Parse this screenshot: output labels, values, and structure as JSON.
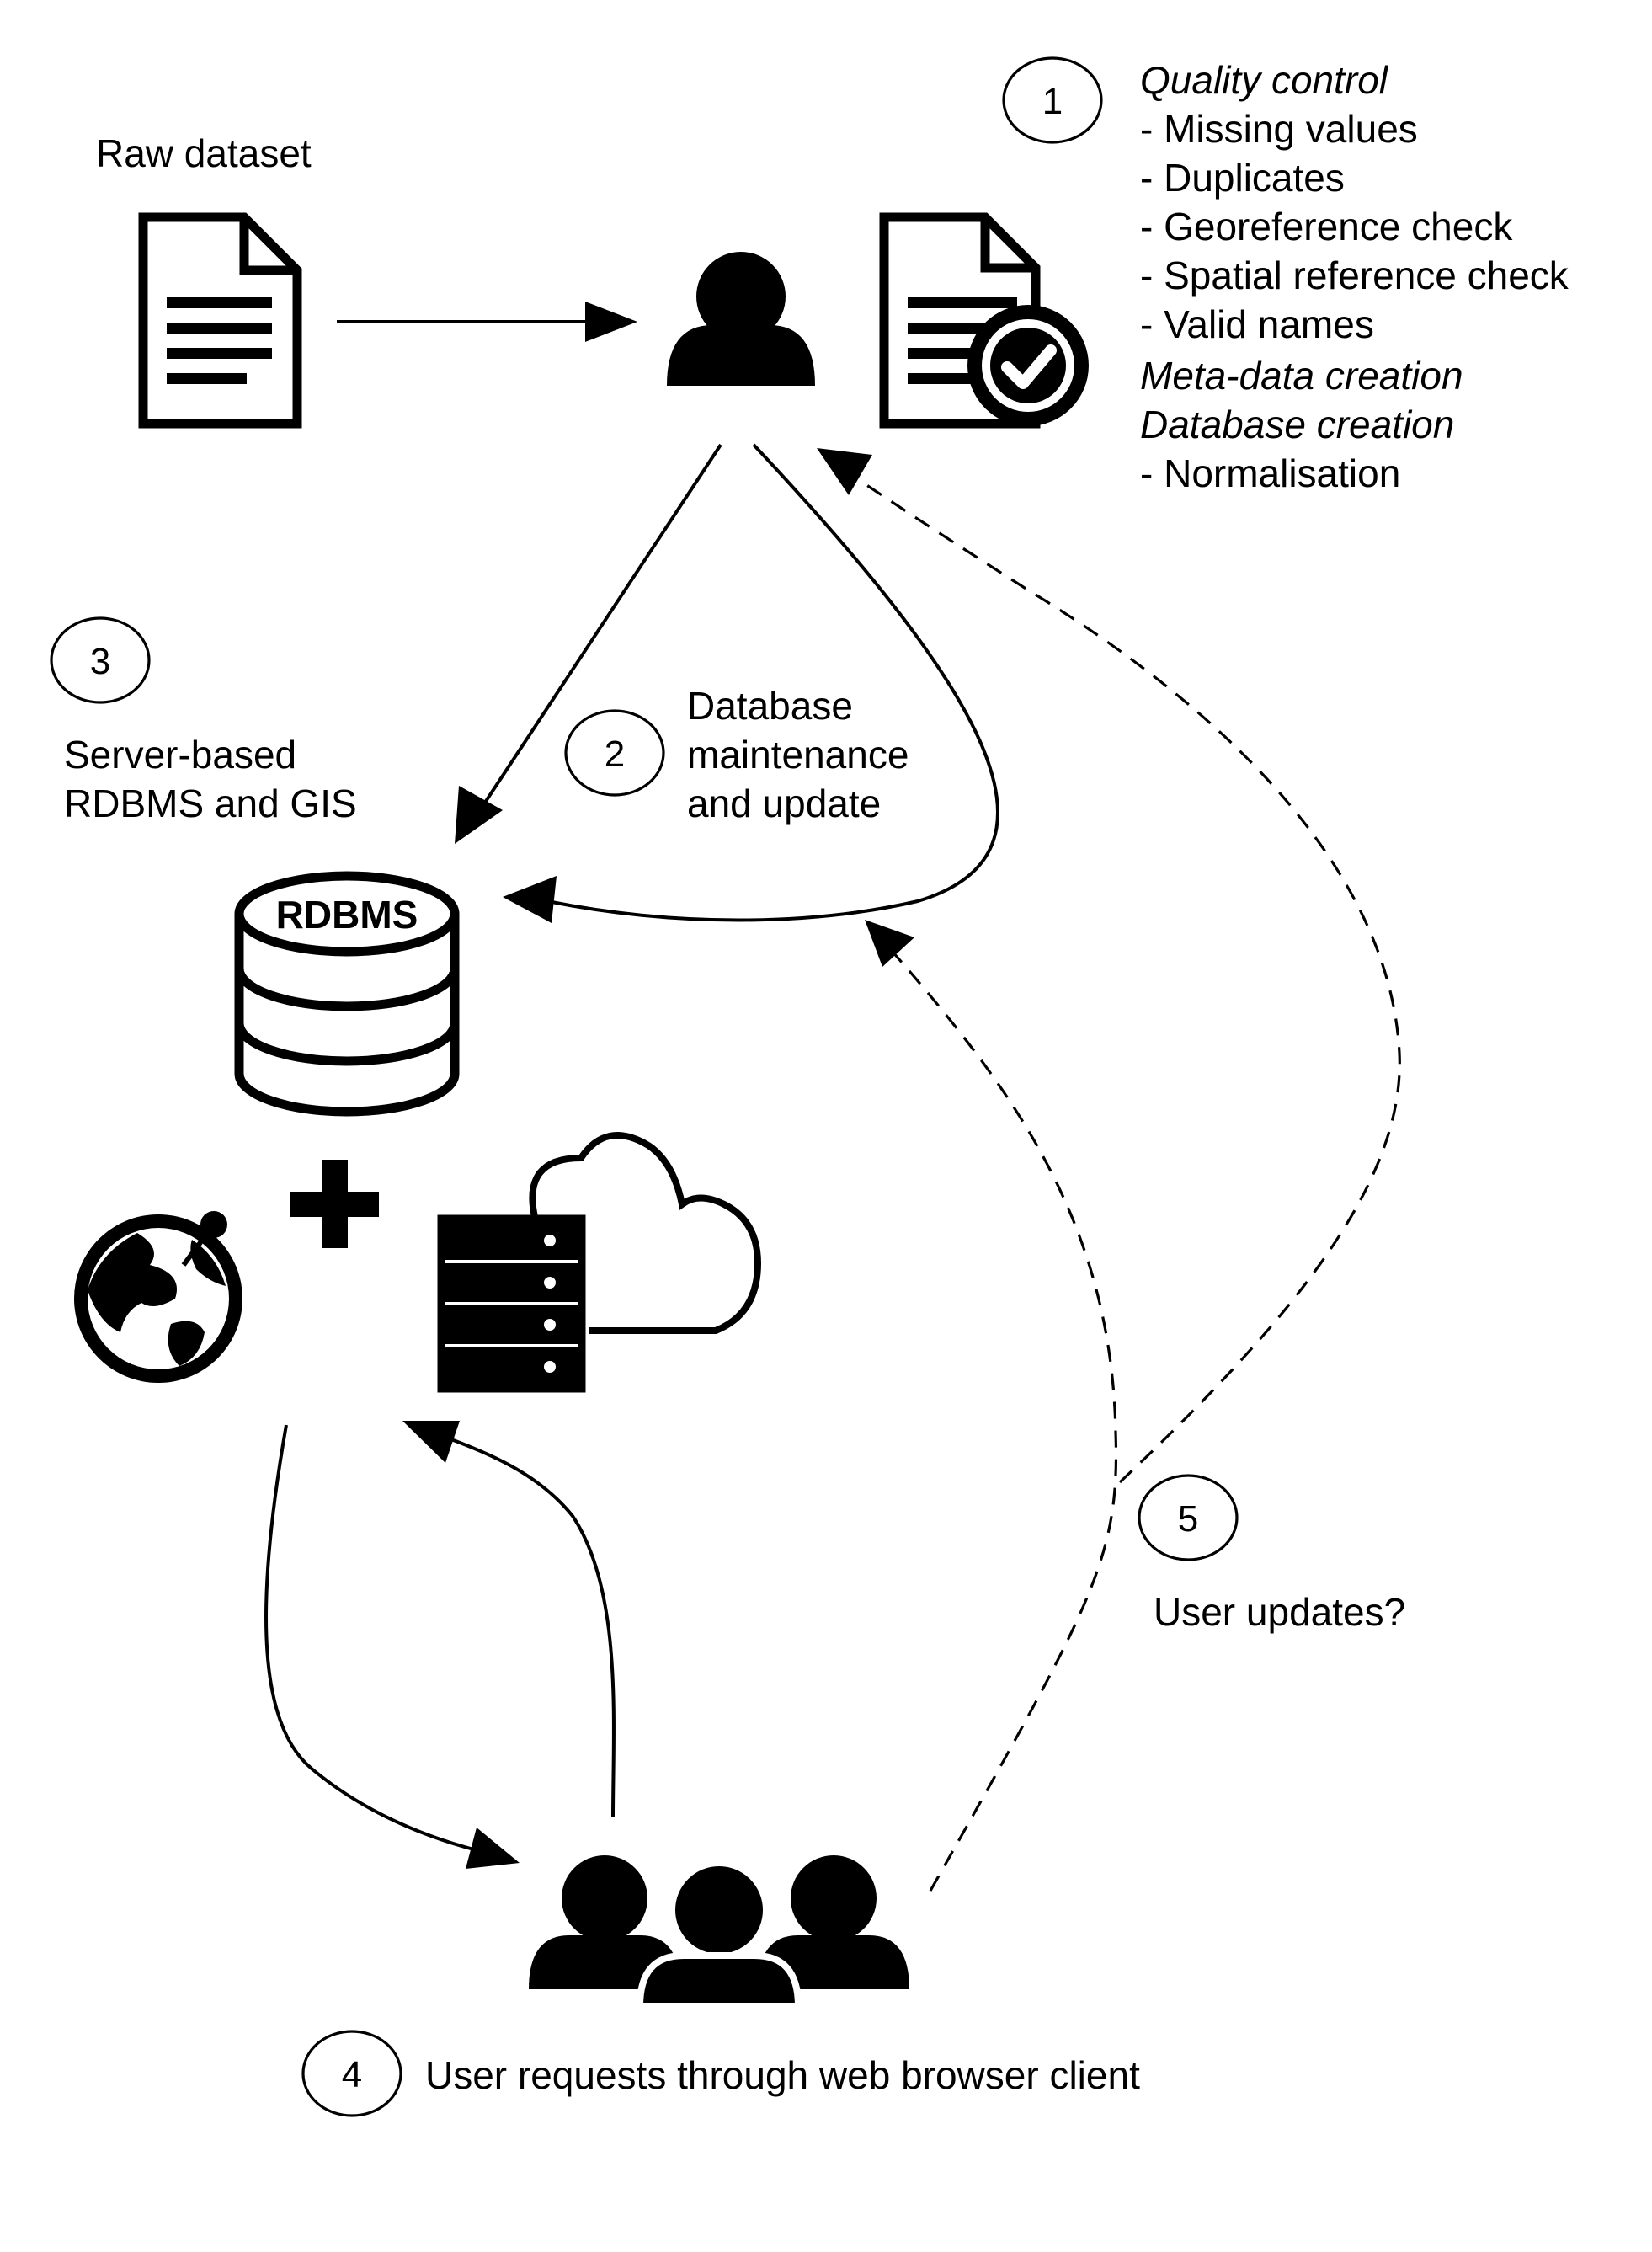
{
  "raw_dataset": "Raw dataset",
  "step1": {
    "number": "1",
    "quality_control": "Quality control",
    "checks": [
      "- Missing values",
      "- Duplicates",
      "- Georeference check",
      "- Spatial reference check",
      "- Valid names"
    ],
    "metadata_creation": "Meta-data creation",
    "database_creation": "Database creation",
    "normalisation": "- Normalisation"
  },
  "step2": {
    "number": "2",
    "lines": [
      "Database",
      "maintenance",
      "and update"
    ]
  },
  "step3": {
    "number": "3",
    "lines": [
      "Server-based",
      "RDBMS and GIS"
    ]
  },
  "db_label": "RDBMS",
  "step4": {
    "number": "4",
    "label": "User requests through web browser client"
  },
  "step5": {
    "number": "5",
    "label": "User updates?"
  },
  "icons": [
    "document-icon",
    "user-icon",
    "verified-document-icon",
    "database-icon",
    "plus-icon",
    "globe-icon",
    "cloud-server-icon",
    "users-group-icon"
  ]
}
